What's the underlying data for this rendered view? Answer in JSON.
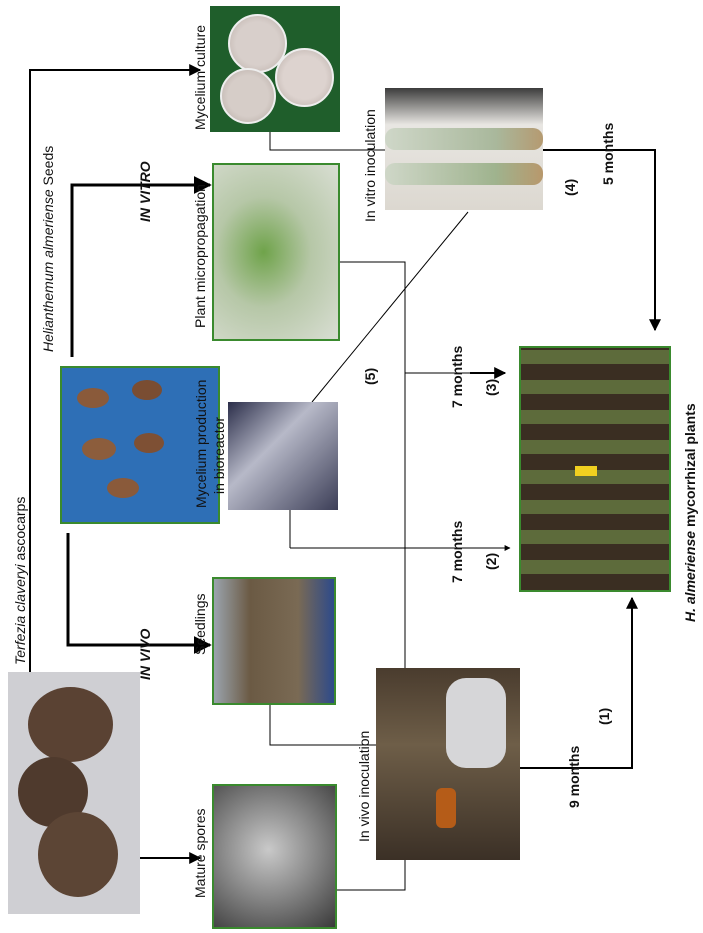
{
  "nodes": {
    "terfezia": {
      "species": "Terfezia claveryi",
      "suffix": " ascocarps"
    },
    "seeds": {
      "species": "Helianthemum almeriense",
      "suffix": " Seeds"
    },
    "mycelium_culture": "Mycelium culture",
    "in_vitro_inoculation": "In vitro inoculation",
    "plant_micropropagation": "Plant micropropagation",
    "mycelium_bioreactor_line1": "Mycelium production",
    "mycelium_bioreactor_line2": "in bioreactor",
    "seedlings": "Seedlings",
    "in_vivo_inoculation": "In vivo inoculation",
    "mature_spores": "Mature spores",
    "final": {
      "species": "H. almeriense",
      "suffix": " mycorrhizal plants"
    }
  },
  "branches": {
    "in_vitro": "IN VITRO",
    "in_vivo": "IN VIVO"
  },
  "durations": {
    "route1": "9 months",
    "route2": "7 months",
    "route3": "7 months",
    "route4": "5 months"
  },
  "route_numbers": {
    "r1": "(1)",
    "r2": "(2)",
    "r3": "(3)",
    "r4": "(4)",
    "r5": "(5)"
  },
  "colors": {
    "photo_border": "#3a8a2e",
    "line": "#000000"
  }
}
